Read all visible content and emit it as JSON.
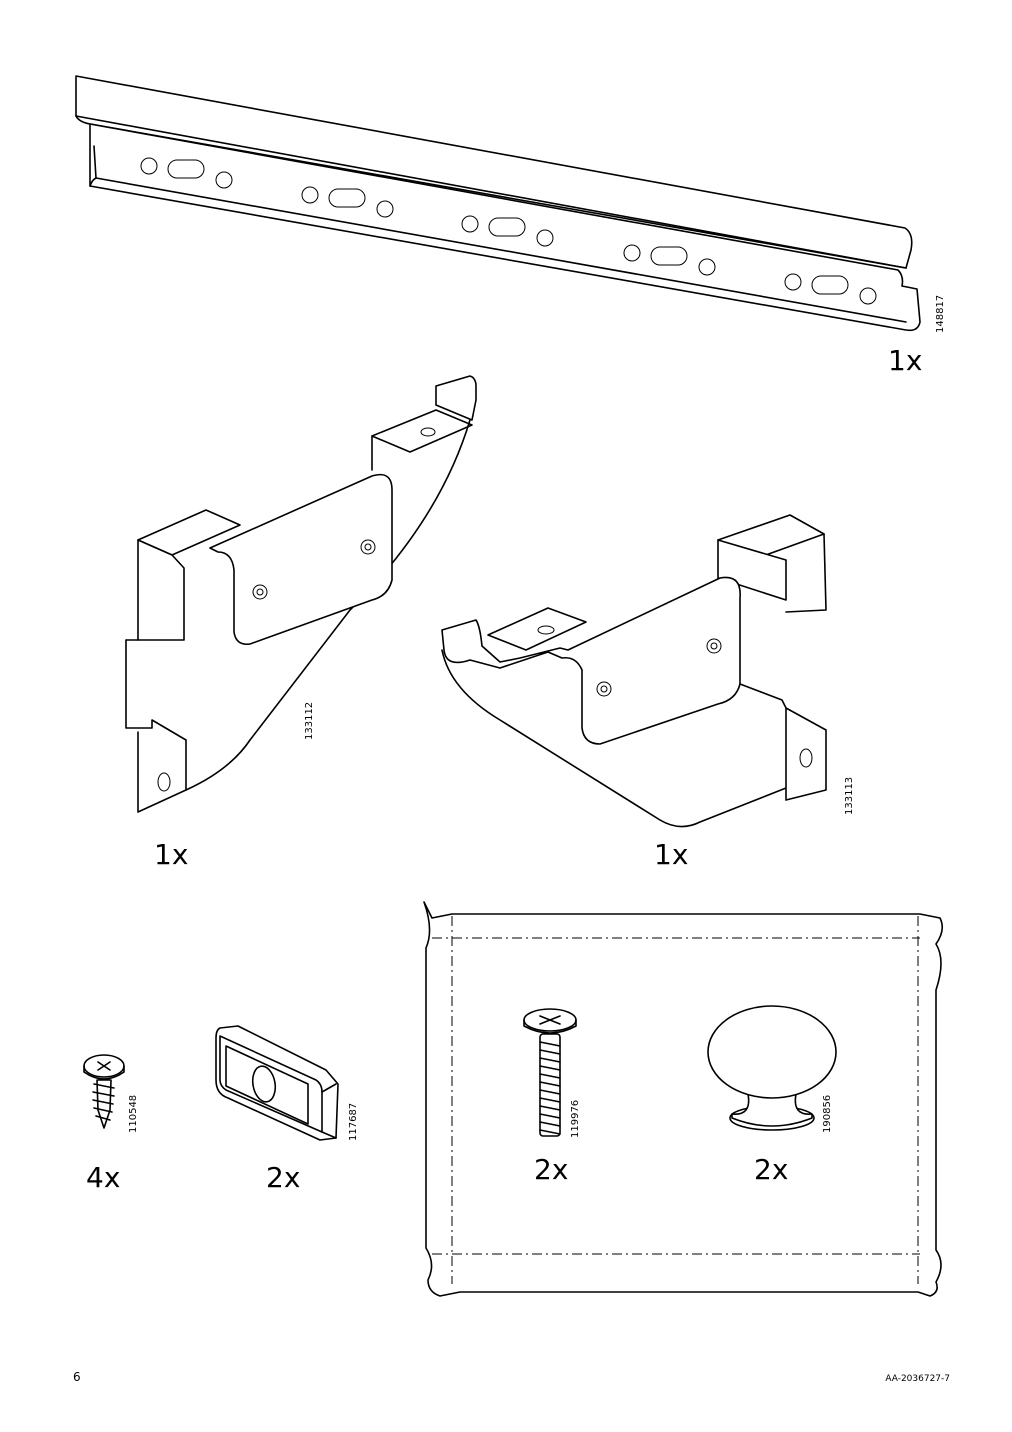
{
  "page": {
    "number": "6",
    "document_code": "AA-2036727-7"
  },
  "parts": [
    {
      "id": "rail",
      "icon": "mounting-rail-icon",
      "part_number": "148817",
      "quantity": "1x"
    },
    {
      "id": "bracket-left",
      "icon": "left-bracket-icon",
      "part_number": "133112",
      "quantity": "1x"
    },
    {
      "id": "bracket-right",
      "icon": "right-bracket-icon",
      "part_number": "133113",
      "quantity": "1x"
    },
    {
      "id": "screw",
      "icon": "wood-screw-icon",
      "part_number": "110548",
      "quantity": "4x"
    },
    {
      "id": "spacer",
      "icon": "spacer-block-icon",
      "part_number": "117687",
      "quantity": "2x"
    },
    {
      "id": "bolt",
      "icon": "machine-bolt-icon",
      "part_number": "119976",
      "quantity": "2x"
    },
    {
      "id": "knob",
      "icon": "knob-icon",
      "part_number": "190856",
      "quantity": "2x"
    }
  ]
}
